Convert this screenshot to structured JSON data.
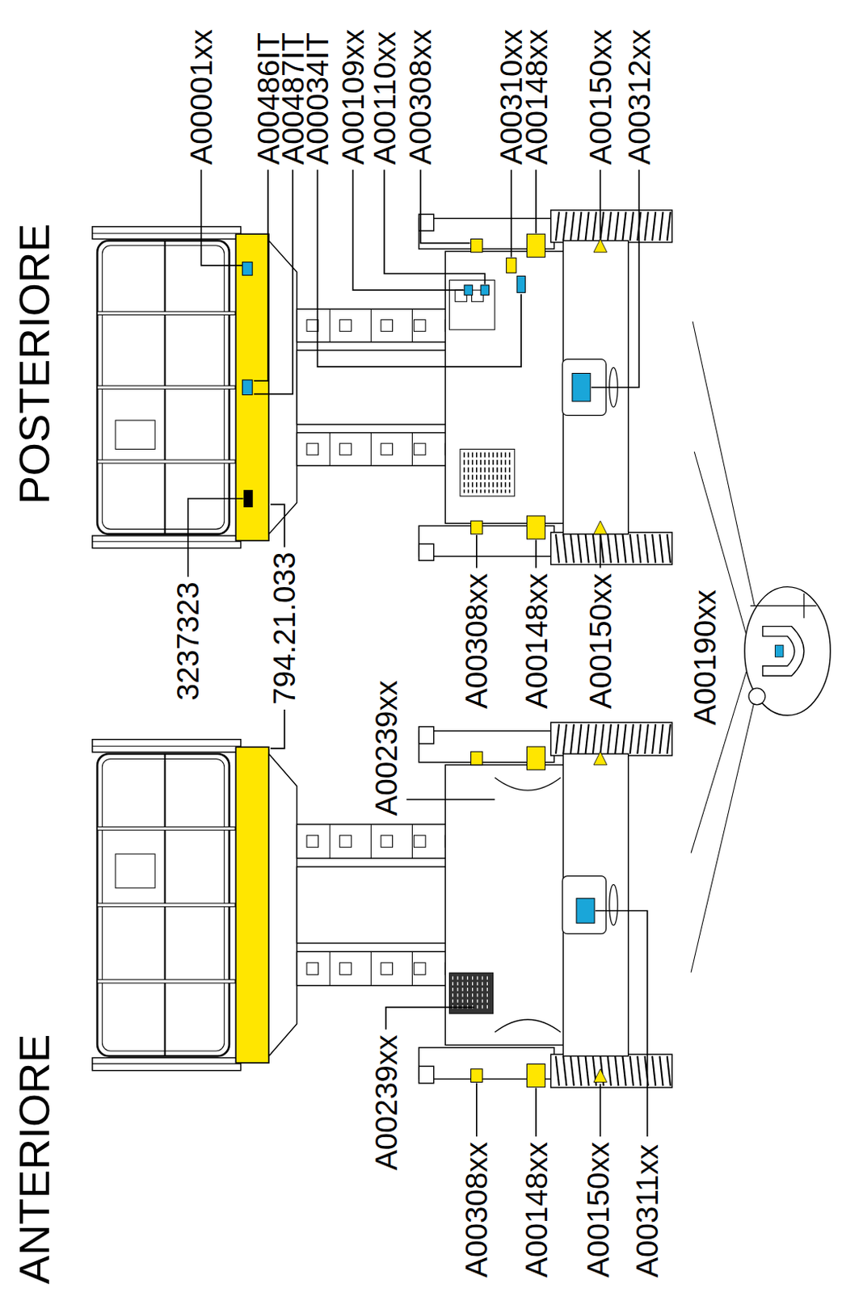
{
  "diagram": {
    "labels": [
      "POSTERIORE",
      "ANTERIORE",
      "A00001xx",
      "A00486IT",
      "A00487IT",
      "A00034IT",
      "A00109xx",
      "A00110xx",
      "A00308xx",
      "A00310xx",
      "A00148xx",
      "A00150xx",
      "A00312xx",
      "3237323",
      "794.21.033",
      "A00308xx",
      "A00148xx",
      "A00150xx",
      "A00190xx",
      "A00239xx",
      "A00239xx",
      "A00308xx",
      "A00148xx",
      "A00150xx",
      "A00311xx"
    ]
  }
}
